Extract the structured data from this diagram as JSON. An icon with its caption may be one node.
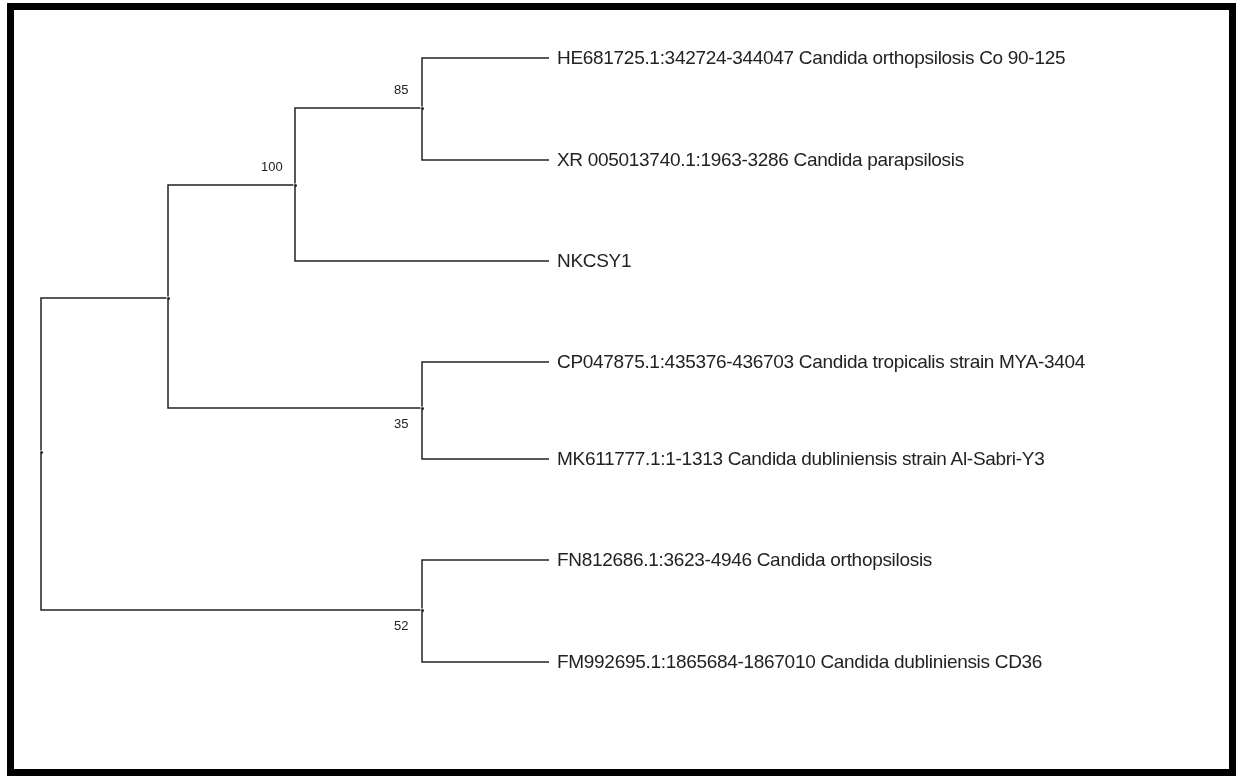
{
  "diagram": {
    "nodes": [
      {
        "text": [],
        "shape": "dot"
      },
      {
        "text": [],
        "shape": "dot"
      },
      {
        "text": [],
        "shape": "dot",
        "beside": [
          "100"
        ]
      },
      {
        "text": [],
        "shape": "dot",
        "beside": [
          "85"
        ]
      },
      {
        "text": [
          "HE681725.1:342724-344047 Candida orthopsilosis Co 90-125"
        ]
      },
      {
        "text": [
          "XR 005013740.1:1963-3286 Candida parapsilosis"
        ]
      },
      {
        "text": [
          "NKCSY1"
        ]
      },
      {
        "text": [],
        "shape": "dot",
        "beside": [
          "35"
        ]
      },
      {
        "text": [
          "CP047875.1:435376-436703 Candida tropicalis strain MYA-3404"
        ]
      },
      {
        "text": [
          "MK611777.1:1-1313 Candida dubliniensis strain Al-Sabri-Y3"
        ]
      },
      {
        "text": [],
        "shape": "dot",
        "beside": [
          "52"
        ]
      },
      {
        "text": [
          "FN812686.1:3623-4946 Candida orthopsilosis"
        ]
      },
      {
        "text": [
          "FM992695.1:1865684-1867010 Candida dubliniensis CD36"
        ]
      }
    ],
    "edges": [
      {
        "from": 0,
        "to": 1,
        "arrow": "none"
      },
      {
        "from": 0,
        "to": 10,
        "arrow": "none"
      },
      {
        "from": 1,
        "to": 2,
        "arrow": "none"
      },
      {
        "from": 1,
        "to": 7,
        "arrow": "none"
      },
      {
        "from": 2,
        "to": 3,
        "arrow": "none"
      },
      {
        "from": 2,
        "to": 6,
        "arrow": "none"
      },
      {
        "from": 3,
        "to": 4,
        "arrow": "none"
      },
      {
        "from": 3,
        "to": 5,
        "arrow": "none"
      },
      {
        "from": 7,
        "to": 8,
        "arrow": "none"
      },
      {
        "from": 7,
        "to": 9,
        "arrow": "none"
      },
      {
        "from": 10,
        "to": 11,
        "arrow": "none"
      },
      {
        "from": 10,
        "to": 12,
        "arrow": "none"
      }
    ]
  }
}
